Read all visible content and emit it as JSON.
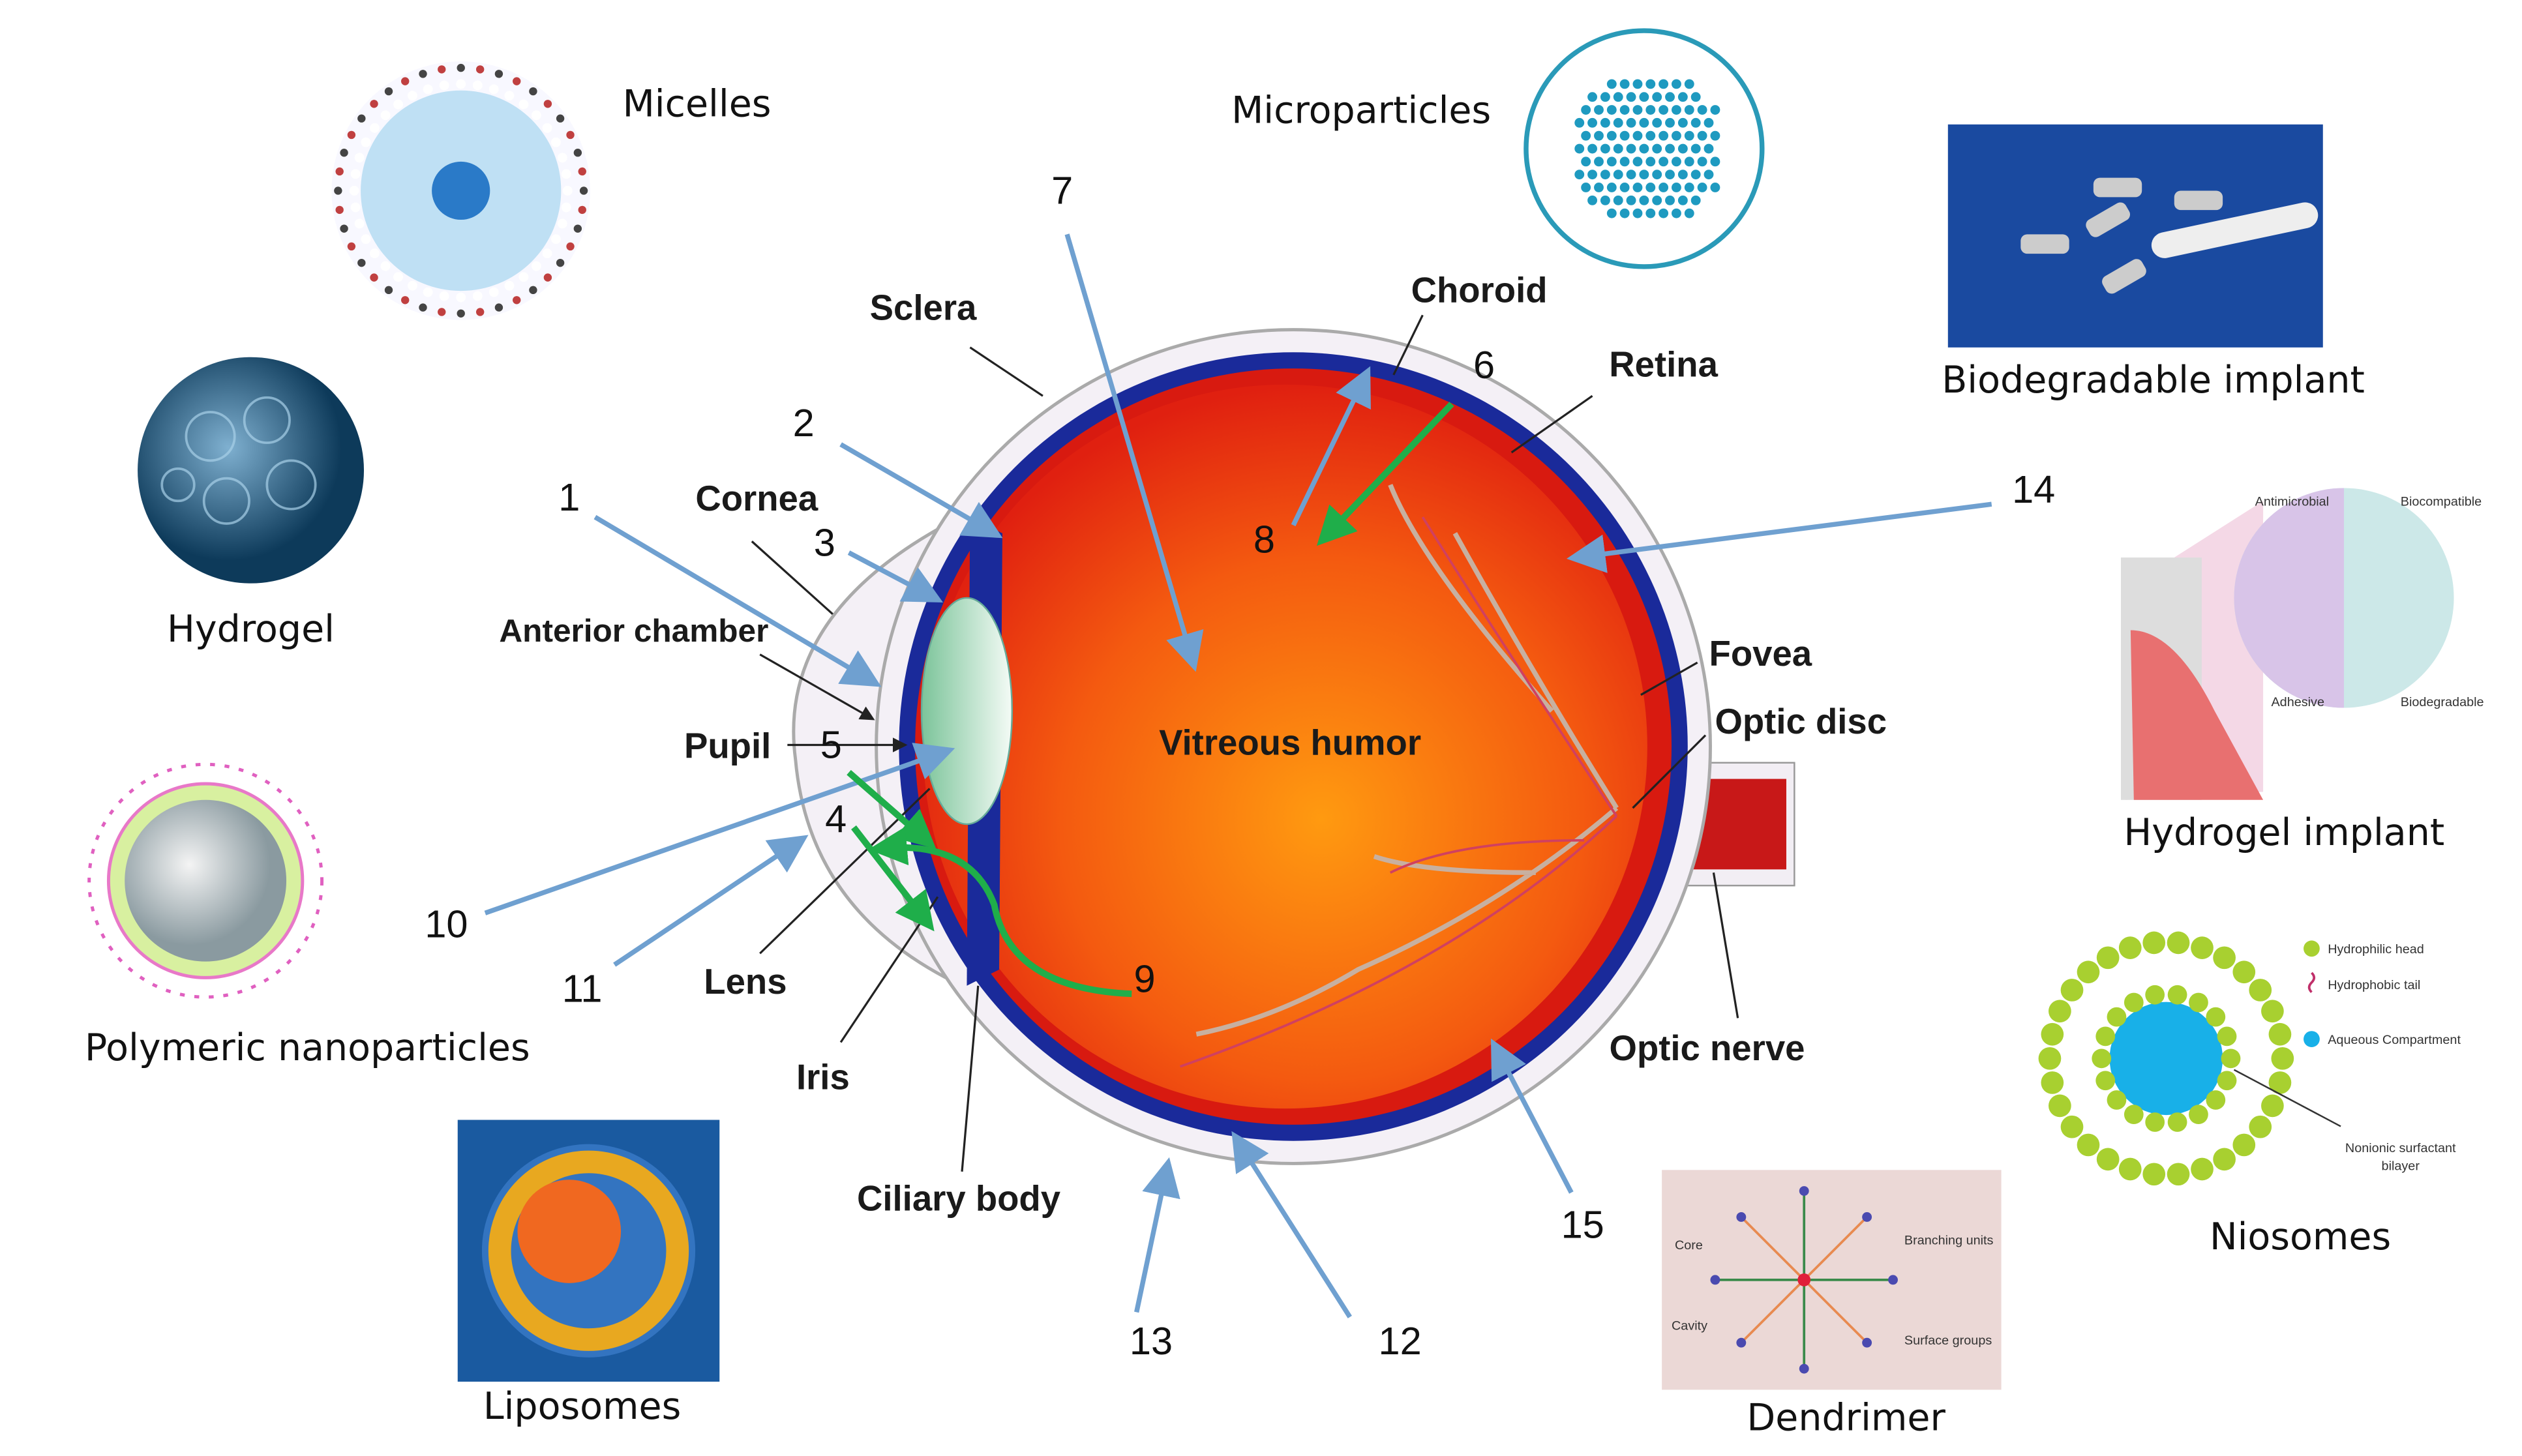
{
  "eye_labels": {
    "sclera": "Sclera",
    "choroid": "Choroid",
    "retina": "Retina",
    "cornea": "Cornea",
    "anterior_chamber": "Anterior chamber",
    "pupil": "Pupil",
    "vitreous_humor": "Vitreous humor",
    "fovea": "Fovea",
    "optic_disc": "Optic disc",
    "lens": "Lens",
    "iris": "Iris",
    "ciliary_body": "Ciliary body",
    "optic_nerve": "Optic nerve"
  },
  "routes": [
    "1",
    "2",
    "3",
    "4",
    "5",
    "6",
    "7",
    "8",
    "9",
    "10",
    "11",
    "12",
    "13",
    "14",
    "15"
  ],
  "carriers": {
    "micelles": "Micelles",
    "microparticles": "Microparticles",
    "biodegradable_implant": "Biodegradable implant",
    "hydrogel": "Hydrogel",
    "hydrogel_implant": "Hydrogel implant",
    "hydrogel_implant_tags": [
      "Antimicrobial",
      "Biocompatible",
      "Adhesive",
      "Biodegradable"
    ],
    "polymeric_nanoparticles": "Polymeric nanoparticles",
    "niosomes": "Niosomes",
    "niosome_legend": [
      "Hydrophilic head",
      "Hydrophobic tail",
      "Aqueous Compartment"
    ],
    "niosome_bilayer": [
      "Nonionic surfactant",
      "bilayer"
    ],
    "liposomes": "Liposomes",
    "dendrimer": "Dendrimer",
    "dendrimer_parts": [
      "Core",
      "Cavity",
      "Branching units",
      "Surface groups"
    ]
  },
  "colors": {
    "blue_arrow": "#6fa0d0",
    "green_arrow": "#1fae4a",
    "choroid": "#1a2a9a",
    "vitreous": "#f04a10"
  }
}
